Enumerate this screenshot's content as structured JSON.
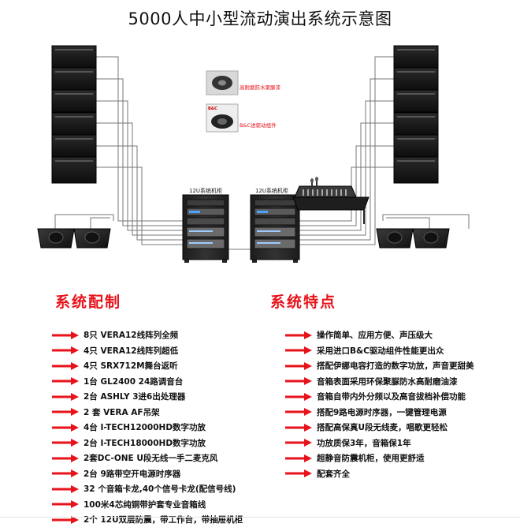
{
  "title": "5000人中小型流动演出系统示意图",
  "diagram": {
    "rack_left_label": "12U系统机柜",
    "rack_right_label": "12U系统机柜",
    "component_1_label": "高耐磨防水聚脲漆",
    "component_2_label": "B&C进驱动组件",
    "component_2_badge": "B&C"
  },
  "config": {
    "heading": "系统配制",
    "items": [
      "8只 VERA12线阵列全频",
      "4只 VERA12线阵列超低",
      "4只 SRX712M舞台返听",
      "1台 GL2400 24路调音台",
      "2台 ASHLY 3进6出处理器",
      "2 套 VERA AF吊架",
      "4台 I-TECH12000HD数字功放",
      "2台 I-TECH18000HD数字功放",
      "2套DC-ONE U段无线一手二麦克风",
      "2台 9路带空开电源时序器",
      "32 个音箱卡龙,40个信号卡龙(配信号线)",
      "100米4芯纯铜带护套专业音箱线",
      "2个 12U双层防震，带工作台，带抽屉机柜"
    ]
  },
  "features": {
    "heading": "系统特点",
    "items": [
      " 操作简单、应用方便、声压级大",
      "采用进口B&C驱动组件性能更出众",
      "搭配伊娜电容打造的数字功放，声音更甜美",
      "音箱表面采用环保聚脲防水高耐磨油漆",
      "音箱自带内外分频以及高音拔档补偿功能",
      "搭配9路电源时序器，一键管理电源",
      "搭配高保真U段无线麦，唱歌更轻松",
      "功放质保3年，音箱保1年",
      "超静音防震机柜，使用更舒适",
      "配套齐全"
    ]
  },
  "colors": {
    "accent": "#e8121a",
    "speaker": "#1a1a1a",
    "cable": "#666666"
  }
}
